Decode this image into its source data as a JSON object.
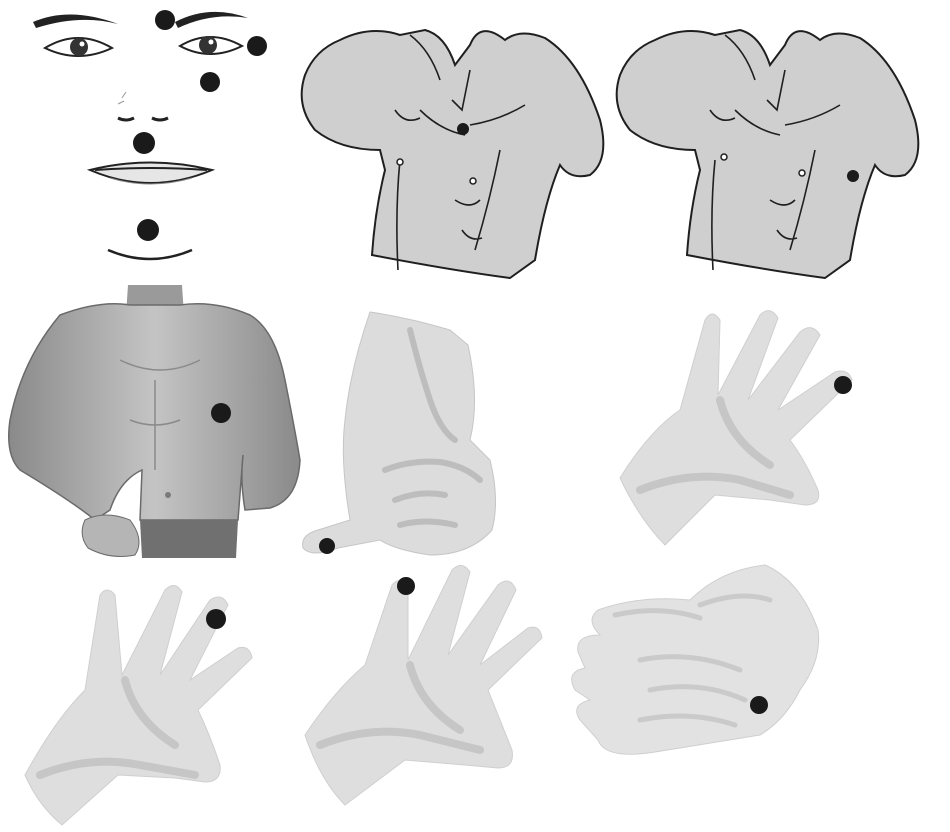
{
  "colors": {
    "background": "#ffffff",
    "marker": "#1a1a1a",
    "body_fill": "#cfcfcf",
    "hand_light": "#dedede",
    "hand_mid": "#c6c6c6",
    "outline": "#1f1f1f"
  },
  "panels": [
    {
      "name": "face",
      "markers": 5
    },
    {
      "name": "chest-outline-left-point",
      "markers": 1
    },
    {
      "name": "chest-outline-right-point",
      "markers": 1
    },
    {
      "name": "torso-shaded",
      "markers": 1
    },
    {
      "name": "hand-fist-thumb",
      "markers": 1
    },
    {
      "name": "hand-back-finger-tip",
      "markers": 1
    },
    {
      "name": "hand-back-ring-finger",
      "markers": 1
    },
    {
      "name": "hand-back-index-finger",
      "markers": 1
    },
    {
      "name": "palm-up-hand",
      "markers": 1
    }
  ]
}
